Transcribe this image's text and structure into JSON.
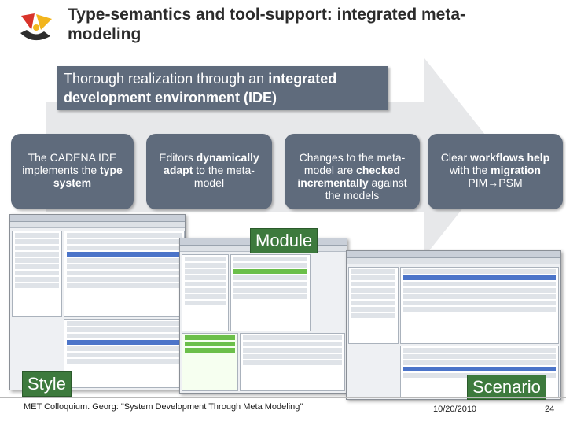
{
  "slide": {
    "title": "Type-semantics and tool-support: integrated meta-modeling",
    "banner": {
      "line1_plain": "Thorough realization through an ",
      "line1_bold": "integrated",
      "line2_bold": "development environment (IDE)"
    },
    "boxes": [
      {
        "parts": [
          {
            "t": "The CADENA IDE implements the ",
            "b": false
          },
          {
            "t": "type system",
            "b": true
          }
        ]
      },
      {
        "parts": [
          {
            "t": "Editors ",
            "b": false
          },
          {
            "t": "dynamically adapt",
            "b": true
          },
          {
            "t": " to the meta-model",
            "b": false
          }
        ]
      },
      {
        "parts": [
          {
            "t": "Changes to the meta-model are ",
            "b": false
          },
          {
            "t": "checked incrementally",
            "b": true
          },
          {
            "t": " against the models",
            "b": false
          }
        ]
      },
      {
        "parts": [
          {
            "t": "Clear ",
            "b": false
          },
          {
            "t": "workflows help",
            "b": true
          },
          {
            "t": " with the ",
            "b": false
          },
          {
            "t": "migration",
            "b": true
          },
          {
            "t": " PIM→PSM",
            "b": false
          }
        ]
      }
    ],
    "labels": {
      "module": "Module",
      "style": "Style",
      "scenario": "Scenario"
    },
    "footer": {
      "text": "MET Colloquium. Georg: \"System Development Through Meta Modeling\"",
      "date": "10/20/2010",
      "page": "24"
    },
    "colors": {
      "box": "#5f6b7c",
      "arrow": "#e7e8ea",
      "label": "#3d7a3d"
    }
  }
}
